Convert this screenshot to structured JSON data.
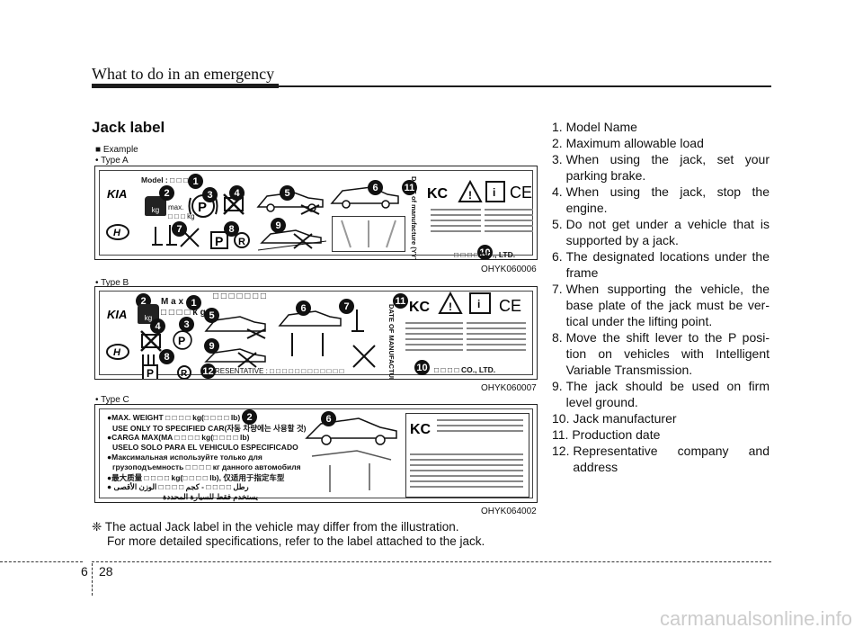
{
  "header": {
    "section_title": "What to do in an emergency"
  },
  "heading": "Jack label",
  "example_label": "■ Example",
  "panels": [
    {
      "type": "• Type A",
      "code": "OHYK060006",
      "texts": {
        "model": "Model : □ □ □",
        "max": "max.",
        "max_unit": "□ □ □ kg",
        "company": "□ □ □ □ CO., LTD.",
        "date": "DATE of manufacture (YYYY/MM/DD)"
      }
    },
    {
      "type": "• Type B",
      "code": "OHYK060007",
      "texts": {
        "max": "M a x",
        "max_unit": "□ □ □ □ k g",
        "boxes": "□ □ □ □ □ □ □",
        "representative": "RESENTATIVE : □ □ □ □ □ □ □ □ □ □ □ □",
        "company": "□ □ □ □  CO., LTD.",
        "date": "DATE OF MANUFACTURE (YYYY/MM/DD)"
      }
    },
    {
      "type": "• Type C",
      "code": "OHYK064002",
      "texts": {
        "line1": "●MAX. WEIGHT □ □ □ □ kg(□ □ □ □ lb)",
        "line2": "USE ONLY TO SPECIFIED CAR(자동 차량에는 사용할 것)",
        "line3": "●CARGA MAX(MA □ □ □ □ kg(□ □ □ □ lb)",
        "line4": "USELO SOLO PARA EL VEHICULO ESPECIFICADO",
        "line5": "●Максимальная используйте только для",
        "line6": "грузоподъемность □ □ □ □ кг данного автомобиля",
        "line7": "●最大质量 □ □ □ □ kg(□ □ □ □ lb), 仅适用于指定车型",
        "line8": "● رطل □ □ □ □ - كجم □ □ □ □ الوزن الأقصى",
        "line9": "يستخدم فقط للسيارة المحددة"
      }
    }
  ],
  "note": {
    "line1": "❈ The actual Jack label in the vehicle may differ from the illustration.",
    "line2": "For more detailed specifications, refer to the label attached to the jack."
  },
  "list_items": [
    {
      "num": "1. ",
      "text": "Model Name"
    },
    {
      "num": "2. ",
      "text": "Maximum allowable load"
    },
    {
      "num": "3. ",
      "text": "When using the jack, set your parking brake."
    },
    {
      "num": "4. ",
      "text": "When using the jack, stop the engine."
    },
    {
      "num": "5. ",
      "text": "Do not get under a vehicle that is supported by a jack."
    },
    {
      "num": "6. ",
      "text": "The designated locations under the frame"
    },
    {
      "num": "7. ",
      "text": "When supporting the vehicle, the base plate of the jack must be ver-tical under the lifting point."
    },
    {
      "num": "8. ",
      "text": "Move the shift lever to the P posi-tion on vehicles with Intelligent Variable Transmission."
    },
    {
      "num": "9. ",
      "text": "The jack should be used on firm level ground."
    },
    {
      "num": "10. ",
      "text": "Jack manufacturer"
    },
    {
      "num": "11. ",
      "text": "Production date"
    },
    {
      "num": "12. ",
      "text": "Representative company and address"
    }
  ],
  "footer": {
    "chapter": "6",
    "page": "28"
  },
  "watermark": "carmanualsonline.info"
}
